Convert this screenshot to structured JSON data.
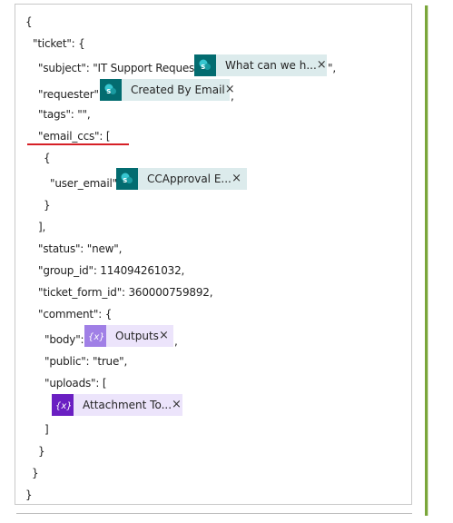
{
  "code": {
    "l_open": "{",
    "l_ticket": "\"ticket\": {",
    "l_subject_pre": "\"subject\": \"IT Support Request -",
    "l_subject_post": "\",",
    "l_requester_pre": "\"requester\":",
    "l_requester_post": ",",
    "l_tags": "\"tags\": \"\",",
    "l_email_ccs": "\"email_ccs\": [",
    "l_arr_obj_open": "{",
    "l_user_email_pre": "\"user_email\":",
    "l_arr_obj_close": "}",
    "l_arr_close": "],",
    "l_status": "\"status\": \"new\",",
    "l_group_id": "\"group_id\": 114094261032,",
    "l_ticket_form_id": "\"ticket_form_id\": 360000759892,",
    "l_comment": "\"comment\": {",
    "l_body_pre": "\"body\":",
    "l_body_post": ",",
    "l_public": "\"public\": \"true\",",
    "l_uploads": "\"uploads\": [",
    "l_uploads_close": "]",
    "l_comment_close": "}",
    "l_ticket_close": "}",
    "l_close": "}"
  },
  "tokens": {
    "subject": {
      "label": "What can we h...",
      "close": "×",
      "icon": "sharepoint-icon"
    },
    "requester": {
      "label": "Created By Email",
      "close": "×",
      "icon": "sharepoint-icon"
    },
    "user_email": {
      "label": "CCApproval E...",
      "close": "×",
      "icon": "sharepoint-icon"
    },
    "body": {
      "label": "Outputs",
      "close": "×",
      "icon": "expression-icon"
    },
    "uploads": {
      "label": "Attachment To...",
      "close": "×",
      "icon": "expression-icon"
    }
  },
  "colors": {
    "sharepoint_icon_bg": "#036c70",
    "sharepoint_token_bg": "#dcebec",
    "expression_token_bg": "#ece4fb",
    "underline": "#d61f26",
    "accent_bar": "#7aa63a"
  }
}
